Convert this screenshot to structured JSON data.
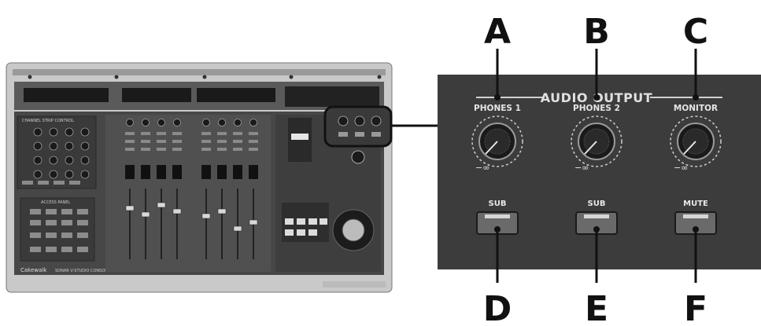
{
  "callouts": {
    "a": "A",
    "b": "B",
    "c": "C",
    "d": "D",
    "e": "E",
    "f": "F"
  },
  "audio_output": {
    "title": "AUDIO OUTPUT",
    "knobs": [
      {
        "label": "PHONES 1",
        "min_label": "−∞"
      },
      {
        "label": "PHONES 2",
        "min_label": "−∞"
      },
      {
        "label": "MONITOR",
        "min_label": "−∞"
      }
    ],
    "buttons": [
      {
        "label": "SUB"
      },
      {
        "label": "SUB"
      },
      {
        "label": "MUTE"
      }
    ]
  },
  "console": {
    "channel_strip_title": "CHANNEL STRIP CONTROL",
    "access_panel_title": "ACCESS PANEL",
    "brand": "Cakewalk",
    "model": "SONAR V-STUDIO CONSOLE"
  },
  "colors": {
    "panel": "#3c3c3c",
    "console_body": "#4a4a4a",
    "console_frame": "#c8c8c8",
    "line": "#111111"
  }
}
